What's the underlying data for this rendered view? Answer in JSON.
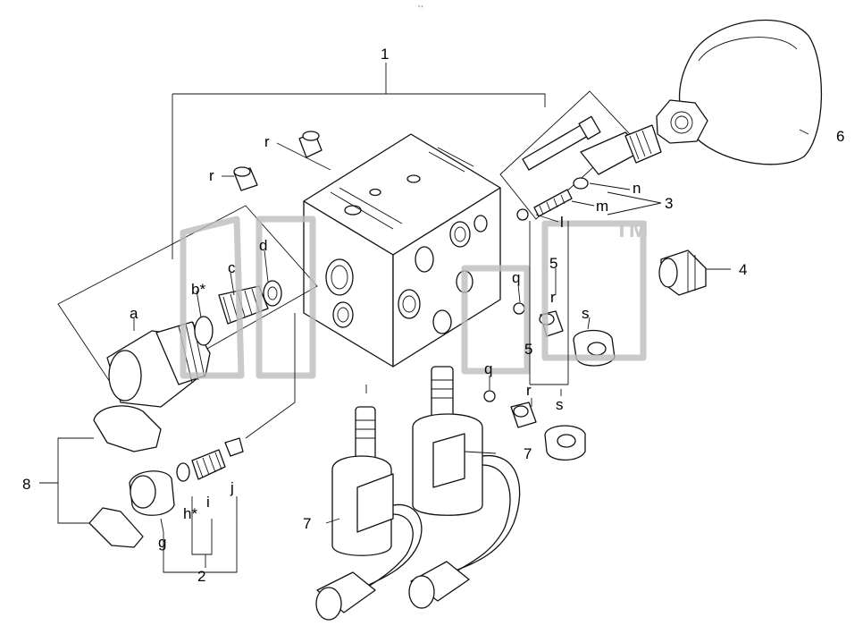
{
  "header_mark": "*.*.",
  "watermark_tm": "TM",
  "callouts": {
    "c1": "1",
    "c2": "2",
    "c3": "3",
    "c4": "4",
    "c5a": "5",
    "c5b": "5",
    "c6": "6",
    "c7a": "7",
    "c7b": "7",
    "c8": "8",
    "a": "a",
    "b": "b*",
    "c": "c",
    "d": "d",
    "g": "g",
    "h": "h*",
    "i": "i",
    "j": "j",
    "l": "l",
    "m": "m",
    "n": "n",
    "q1": "q",
    "q2": "q",
    "r1": "r",
    "r2": "r",
    "r3": "r",
    "r4": "r",
    "s1": "s",
    "s2": "s"
  }
}
